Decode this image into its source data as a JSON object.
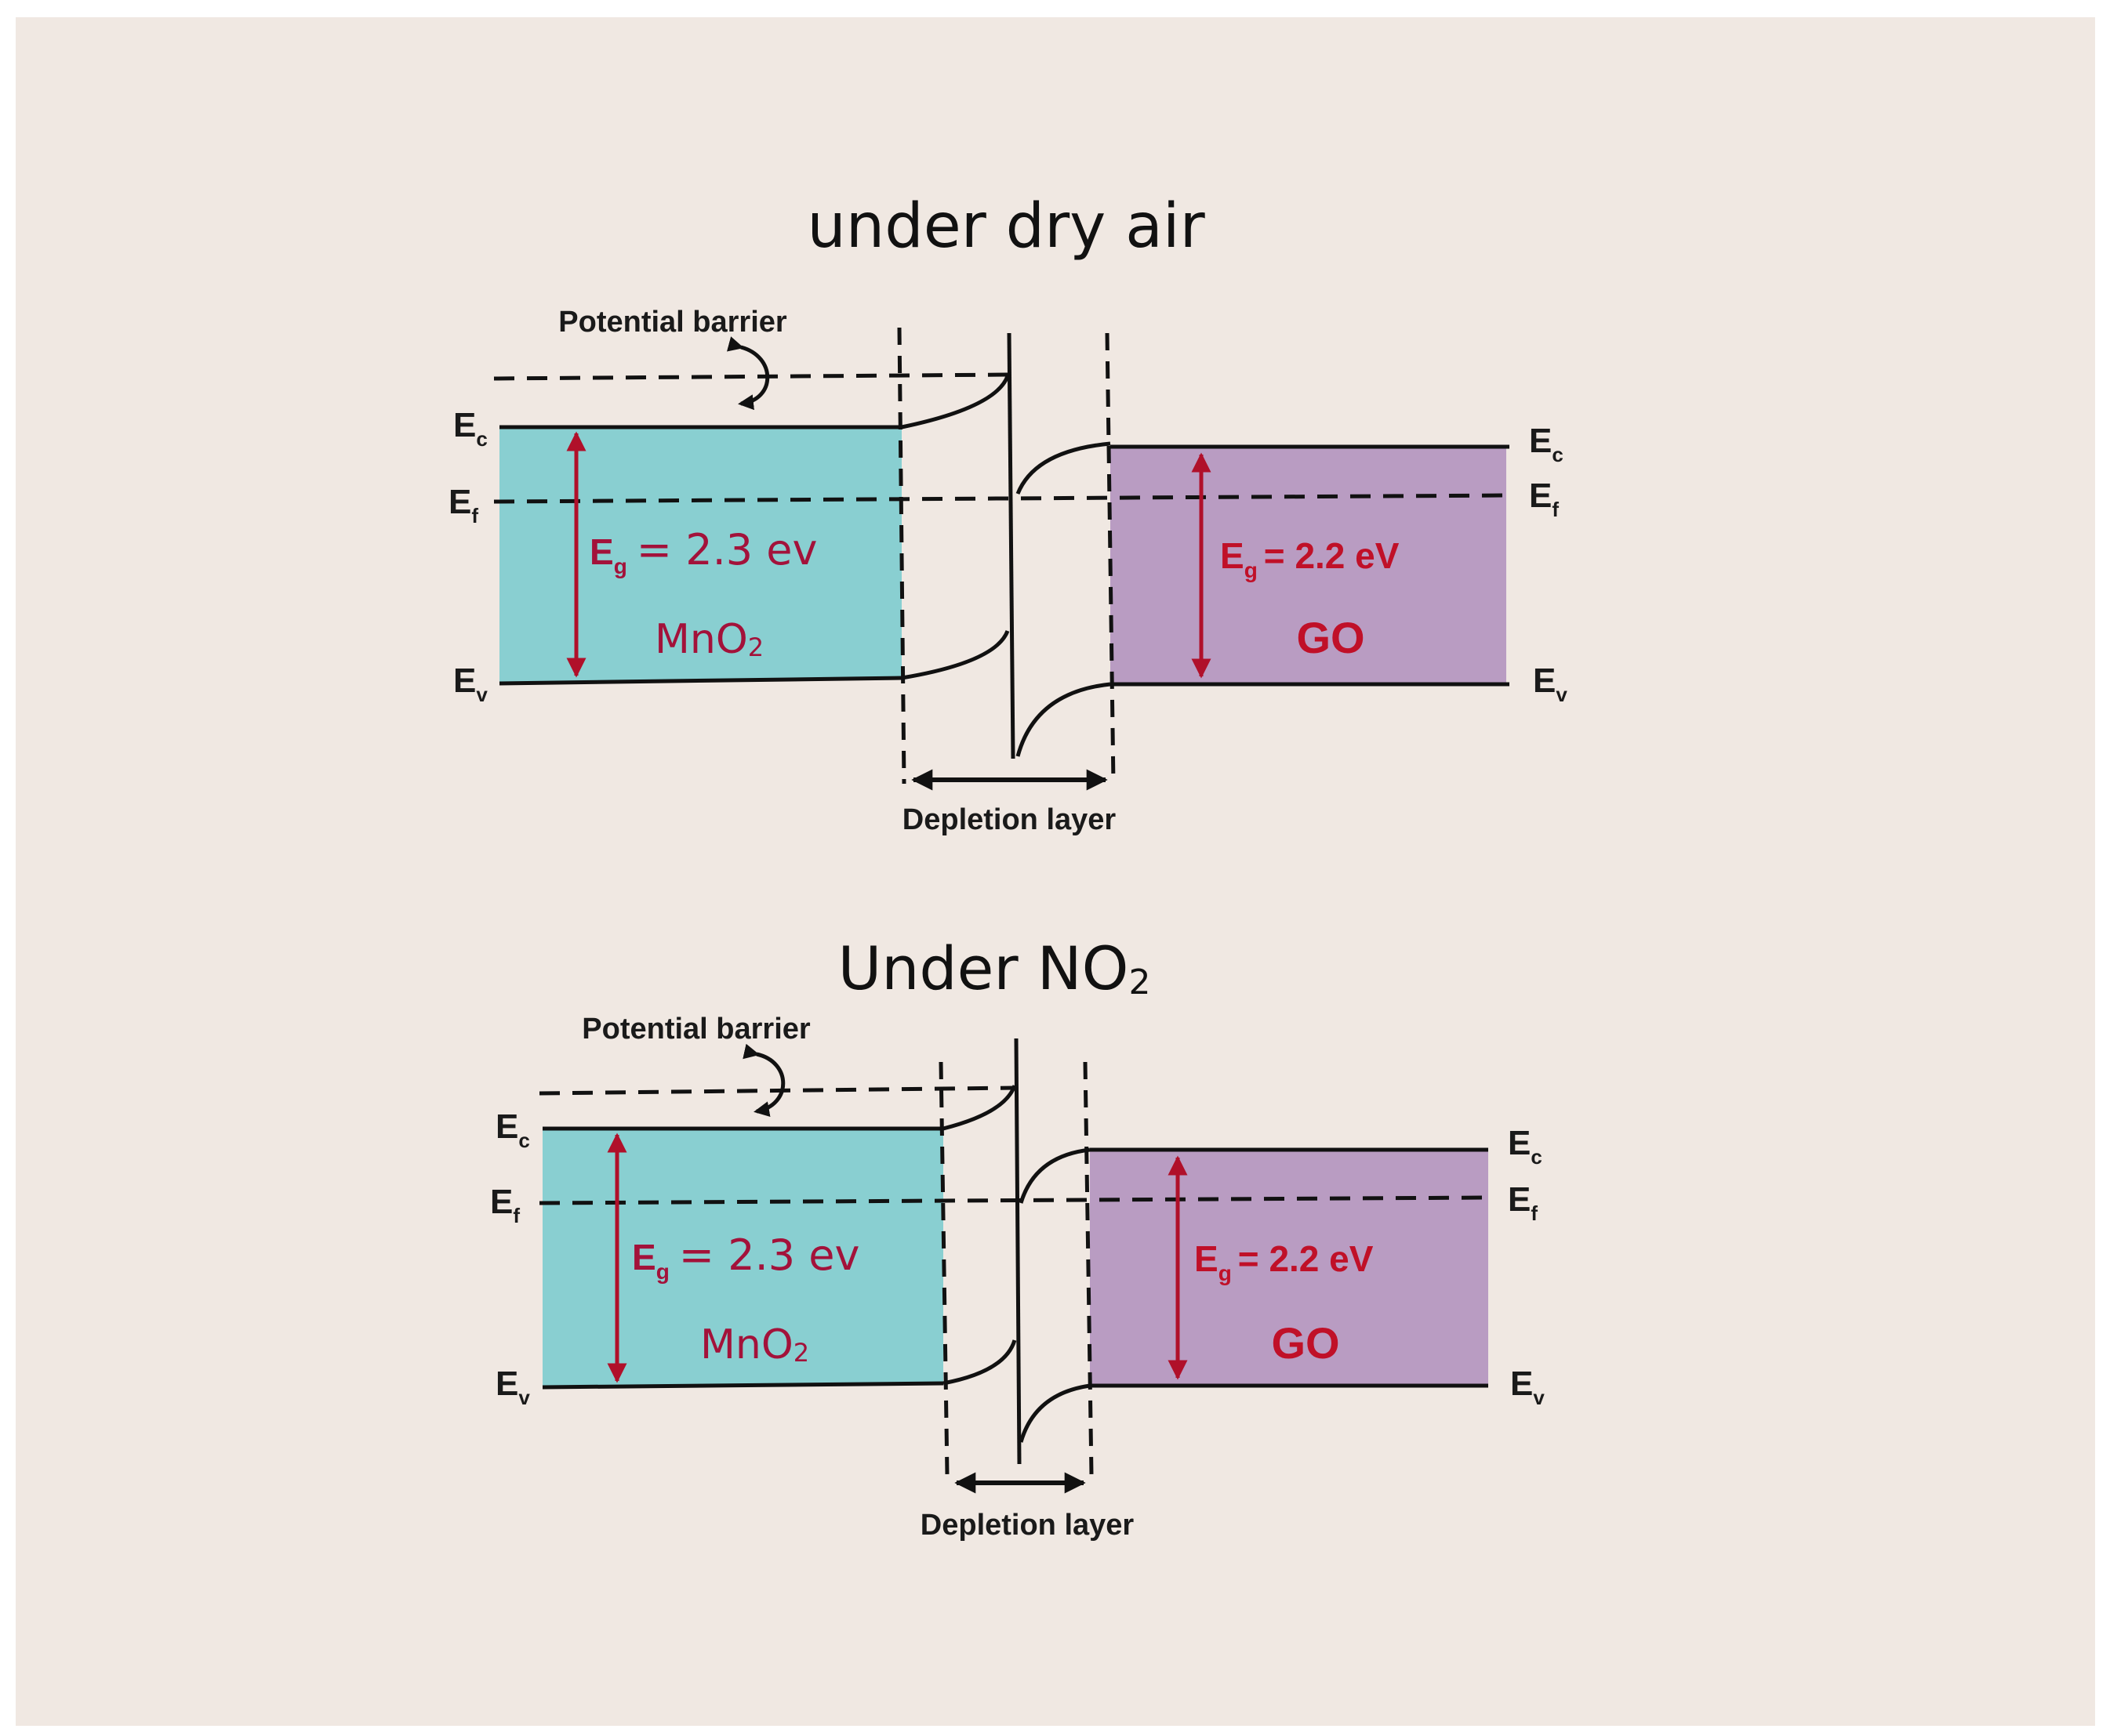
{
  "colors": {
    "background": "#f0e8e2",
    "mno2_fill": "#89cfd1",
    "go_fill": "#b99cc2",
    "accent_red": "#b0102a"
  },
  "panels": [
    {
      "title": "under dry air",
      "potential_barrier_label": "Potential barrier",
      "depletion_label": "Depletion layer",
      "left": {
        "ec": "E",
        "ec_sub": "c",
        "ef": "E",
        "ef_sub": "f",
        "ev": "E",
        "ev_sub": "v",
        "eg_e": "E",
        "eg_sub": "g",
        "eg_value": "= 2.3 ev",
        "material": "MnO",
        "material_sub": "2"
      },
      "right": {
        "ec": "E",
        "ec_sub": "c",
        "ef": "E",
        "ef_sub": "f",
        "ev": "E",
        "ev_sub": "v",
        "eg_e": "E",
        "eg_sub": "g",
        "eg_value": "= 2.2 eV",
        "material": "GO"
      }
    },
    {
      "title": "Under NO",
      "title_sub": "2",
      "potential_barrier_label": "Potential barrier",
      "depletion_label": "Depletion layer",
      "left": {
        "ec": "E",
        "ec_sub": "c",
        "ef": "E",
        "ef_sub": "f",
        "ev": "E",
        "ev_sub": "v",
        "eg_e": "E",
        "eg_sub": "g",
        "eg_value": "= 2.3 ev",
        "material": "MnO",
        "material_sub": "2"
      },
      "right": {
        "ec": "E",
        "ec_sub": "c",
        "ef": "E",
        "ef_sub": "f",
        "ev": "E",
        "ev_sub": "v",
        "eg_e": "E",
        "eg_sub": "g",
        "eg_value": "= 2.2 eV",
        "material": "GO"
      }
    }
  ]
}
